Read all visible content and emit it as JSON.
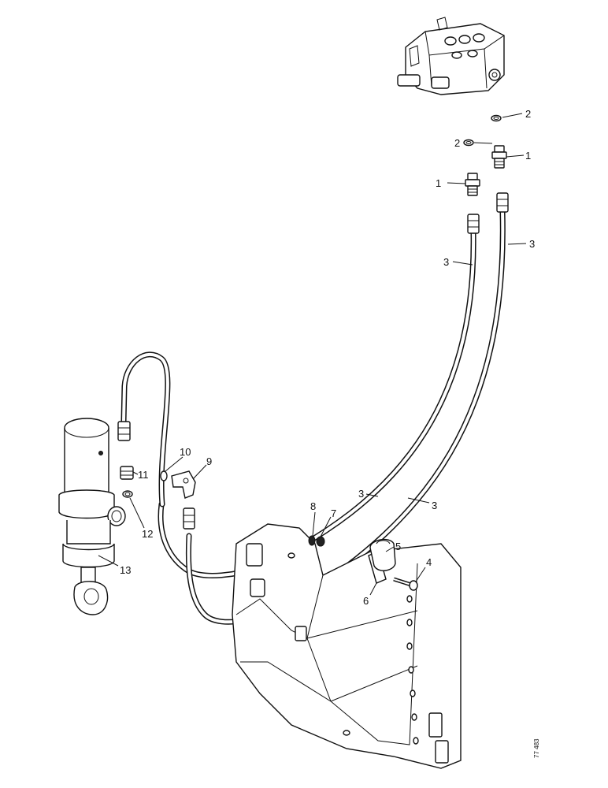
{
  "labels": {
    "fitting_1a": "1",
    "fitting_1b": "1",
    "washer_2a": "2",
    "washer_2b": "2",
    "hose_3a": "3",
    "hose_3b": "3",
    "hose_3c": "3",
    "hose_3d": "3",
    "bolt_4": "4",
    "clamp_5": "5",
    "plate_6": "6",
    "nut_7": "7",
    "washer_8": "8",
    "elbow_9": "9",
    "oring_10": "10",
    "adaptor_11": "11",
    "washer_12": "12",
    "cylinder_13": "13"
  },
  "reference_code": "77 483"
}
